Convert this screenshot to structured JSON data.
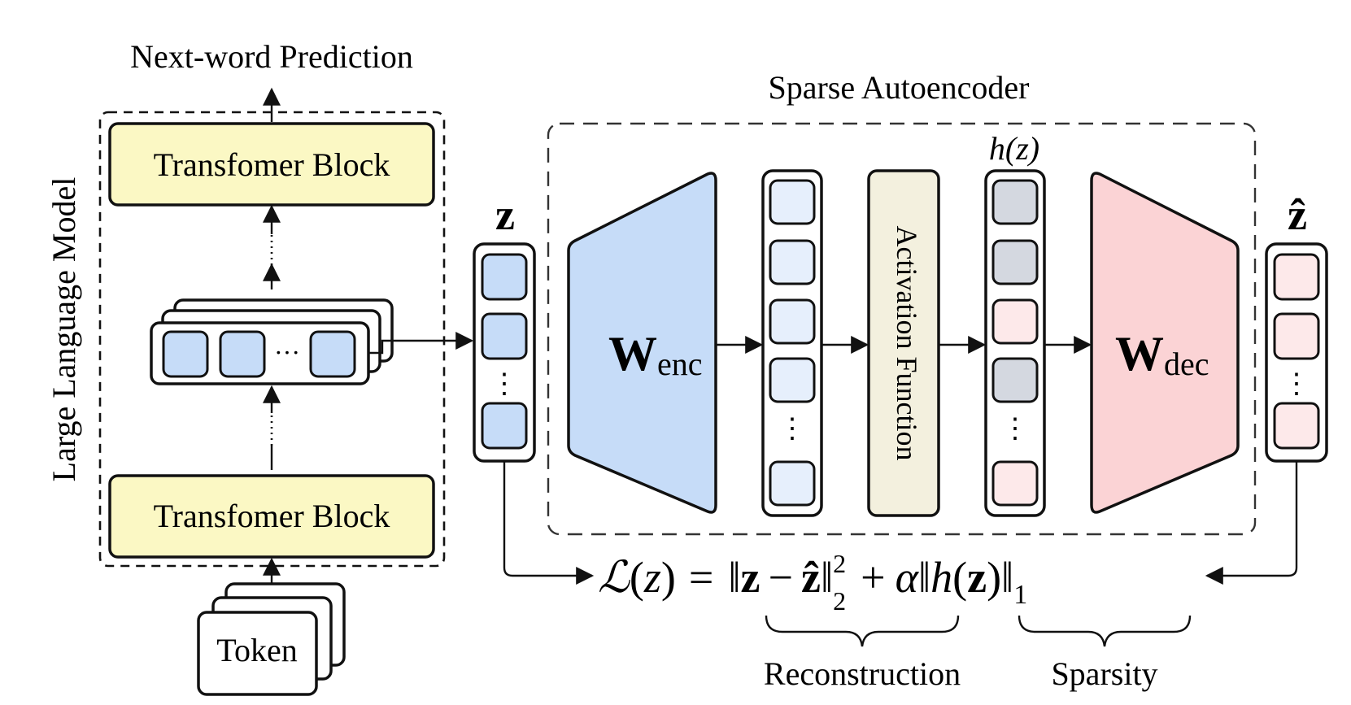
{
  "labels": {
    "next_word": "Next-word Prediction",
    "llm": "Large Language Model",
    "transformer_top": "Transfomer Block",
    "transformer_bottom": "Transfomer Block",
    "token": "Token",
    "sae_title": "Sparse Autoencoder",
    "activation": "Activation Function",
    "z": "z",
    "z_hat": "ẑ",
    "h_of_z": "h(z)",
    "w": "W",
    "enc": "enc",
    "dec": "dec",
    "ellipsis": "···",
    "vdots": "⋮",
    "reconstruction": "Reconstruction",
    "sparsity": "Sparsity"
  },
  "loss": {
    "L": "ℒ",
    "open": "(",
    "var": "z",
    "close": ")",
    "eq": "=",
    "norm": "‖",
    "bz": "z",
    "minus": "−",
    "bzhat": "ẑ",
    "sup2": "2",
    "sub2": "2",
    "plus": "+",
    "alpha": "α",
    "h": "h",
    "sub1": "1"
  },
  "colors": {
    "blue": "#c6dcf8",
    "light_blue": "#e6effc",
    "yellow": "#fbf8c4",
    "beige": "#f3f0de",
    "gray": "#d4d8e0",
    "pink": "#fbd3d5",
    "light_pink": "#fde9ea"
  }
}
